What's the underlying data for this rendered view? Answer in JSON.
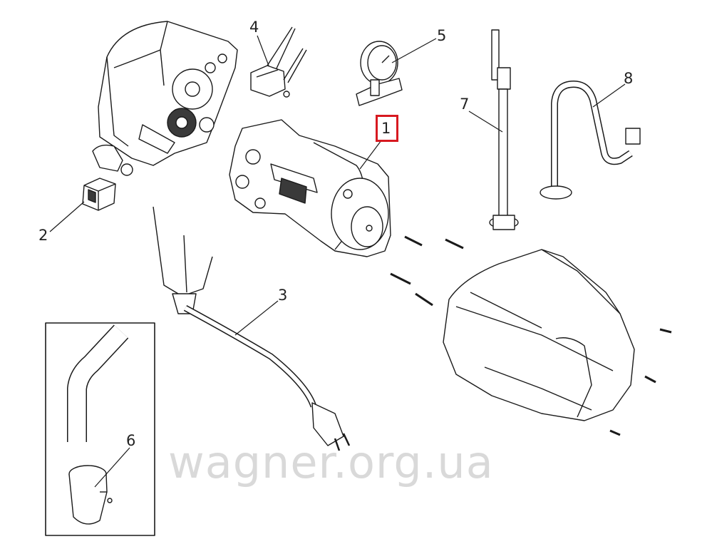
{
  "callouts": [
    {
      "id": "1",
      "label": "1"
    },
    {
      "id": "2",
      "label": "2"
    },
    {
      "id": "3",
      "label": "3"
    },
    {
      "id": "4",
      "label": "4"
    },
    {
      "id": "5",
      "label": "5"
    },
    {
      "id": "6",
      "label": "6"
    },
    {
      "id": "7",
      "label": "7"
    },
    {
      "id": "8",
      "label": "8"
    }
  ],
  "highlight": {
    "callout": "1",
    "color": "#d71920"
  },
  "watermark": "wagner.org.ua",
  "colors": {
    "line": "#1a1a1a",
    "part_fill": "#ffffff",
    "dark_part": "#3a3a3a",
    "watermark": "#d9d9d9"
  }
}
